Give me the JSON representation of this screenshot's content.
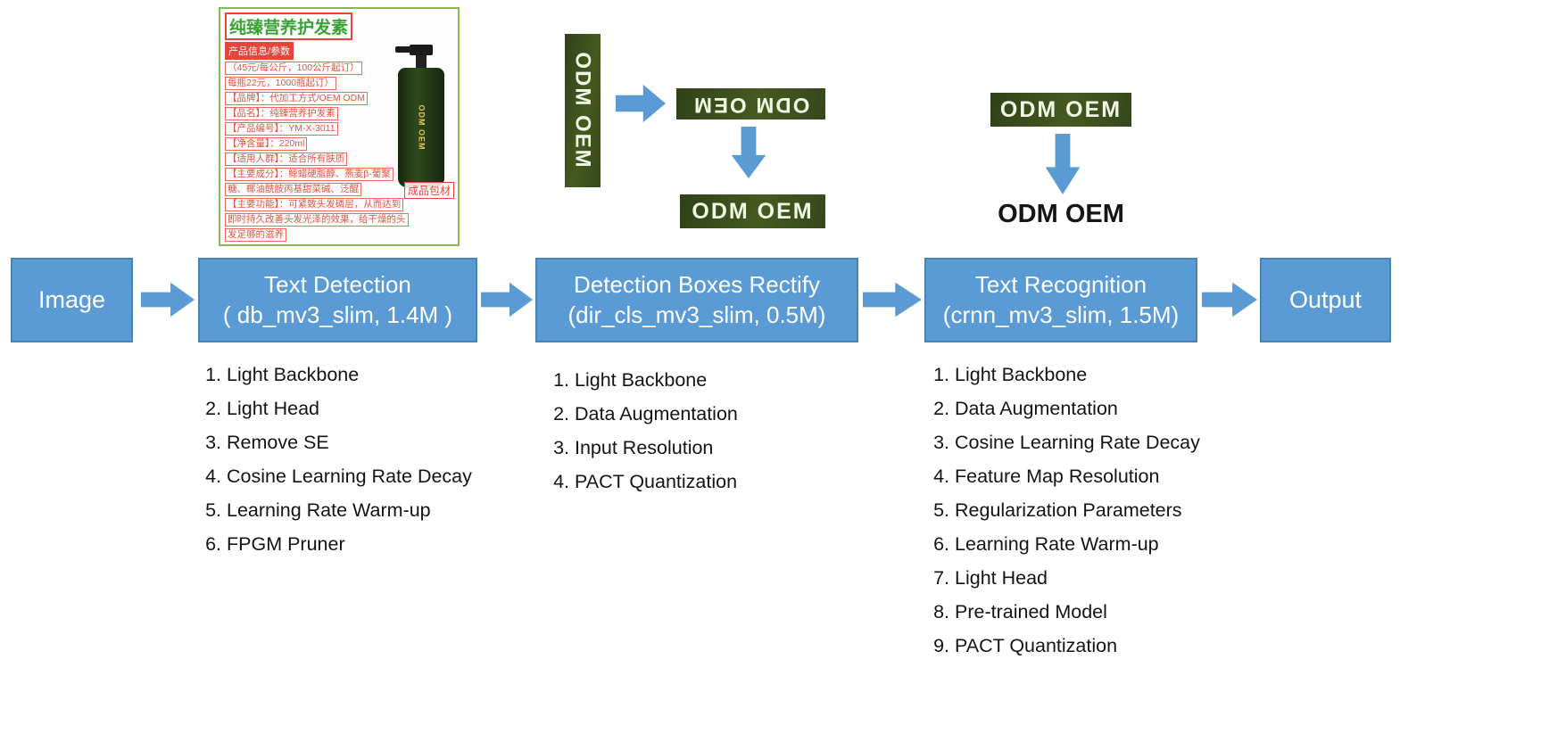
{
  "colors": {
    "flow_blue": "#5b9bd5",
    "flow_border": "#4a82b4",
    "crop_green": "#36481c",
    "detect_red": "#e5453a",
    "title_green": "#3aa335"
  },
  "flow": {
    "image_label": "Image",
    "detection_line1": "Text Detection",
    "detection_line2": "( db_mv3_slim, 1.4M )",
    "rectify_line1": "Detection Boxes Rectify",
    "rectify_line2": "(dir_cls_mv3_slim, 0.5M)",
    "recognition_line1": "Text Recognition",
    "recognition_line2": "(crnn_mv3_slim, 1.5M)",
    "output_label": "Output"
  },
  "lists": {
    "detection": [
      "Light Backbone",
      "Light Head",
      "Remove SE",
      "Cosine Learning Rate Decay",
      "Learning Rate Warm-up",
      "FPGM Pruner"
    ],
    "rectify": [
      "Light Backbone",
      "Data Augmentation",
      "Input Resolution",
      "PACT Quantization"
    ],
    "recognition": [
      "Light Backbone",
      "Data Augmentation",
      "Cosine Learning Rate Decay",
      "Feature Map Resolution",
      "Regularization Parameters",
      "Learning Rate Warm-up",
      "Light Head",
      "Pre-trained Model",
      "PACT Quantization"
    ]
  },
  "crops": {
    "vertical_label": "ODM OEM",
    "flipped_label": "ODM OEM",
    "rectified_label": "ODM OEM",
    "recognition_input_label": "ODM OEM",
    "recognition_output_text": "ODM OEM"
  },
  "product_image": {
    "title": "纯臻营养护发素",
    "ribbon": "产品信息/参数",
    "lines": [
      "（45元/每公斤，100公斤起订）",
      "每瓶22元，1000瓶起订）",
      "【品牌】：代加工方式/OEM ODM",
      "【品名】：纯臻营养护发素",
      "【产品编号】：YM-X-3011",
      "【净含量】：220ml",
      "【适用人群】：适合所有肤质",
      "【主要成分】：鲸蜡硬脂醇、燕麦β-葡聚",
      "糖、椰油酰胺丙基甜菜碱、泛醌",
      "【主要功能】：可紧致头发磷层，从而达到",
      "即时持久改善头发光泽的效果，给干燥的头",
      "发足够的滋养"
    ],
    "badge": "成品包材",
    "bottle_label": "ODM OEM"
  }
}
